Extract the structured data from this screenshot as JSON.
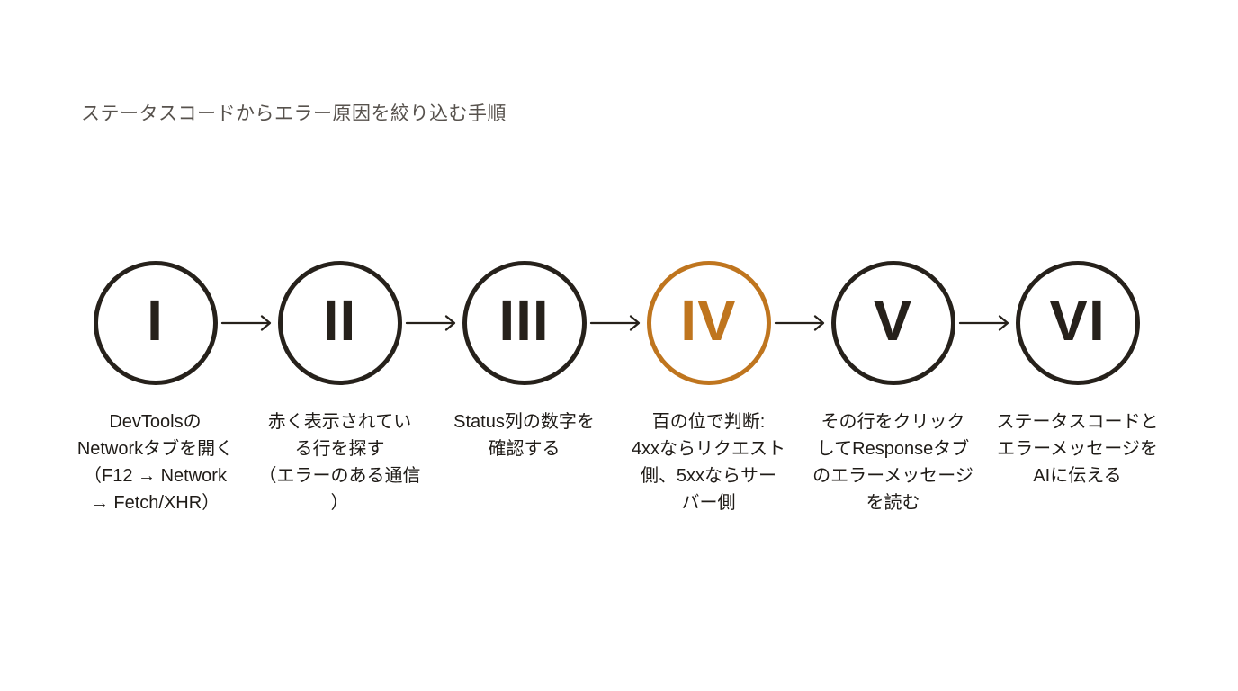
{
  "page": {
    "title": "ステータスコードからエラー原因を絞り込む手順"
  },
  "colors": {
    "ink": "#26211b",
    "accent_orange": "#bf751e",
    "title_gray": "#57524d",
    "background": "#ffffff"
  },
  "flow": {
    "connector_icon": "arrow-right-icon",
    "steps": [
      {
        "numeral": "I",
        "highlighted": false,
        "lines": [
          "DevToolsの",
          "Networkタブを開く",
          "（F12 → Network",
          "→ Fetch/XHR）"
        ]
      },
      {
        "numeral": "II",
        "highlighted": false,
        "lines": [
          "赤く表示されてい",
          "る行を探す",
          "（エラーのある通信",
          "）"
        ]
      },
      {
        "numeral": "III",
        "highlighted": false,
        "lines": [
          "Status列の数字を",
          "確認する"
        ]
      },
      {
        "numeral": "IV",
        "highlighted": true,
        "lines": [
          "百の位で判断:",
          "4xxならリクエスト",
          "側、5xxならサー",
          "バー側"
        ]
      },
      {
        "numeral": "V",
        "highlighted": false,
        "lines": [
          "その行をクリック",
          "してResponseタブ",
          "のエラーメッセージ",
          "を読む"
        ]
      },
      {
        "numeral": "VI",
        "highlighted": false,
        "lines": [
          "ステータスコードと",
          "エラーメッセージを",
          "AIに伝える"
        ]
      }
    ]
  }
}
